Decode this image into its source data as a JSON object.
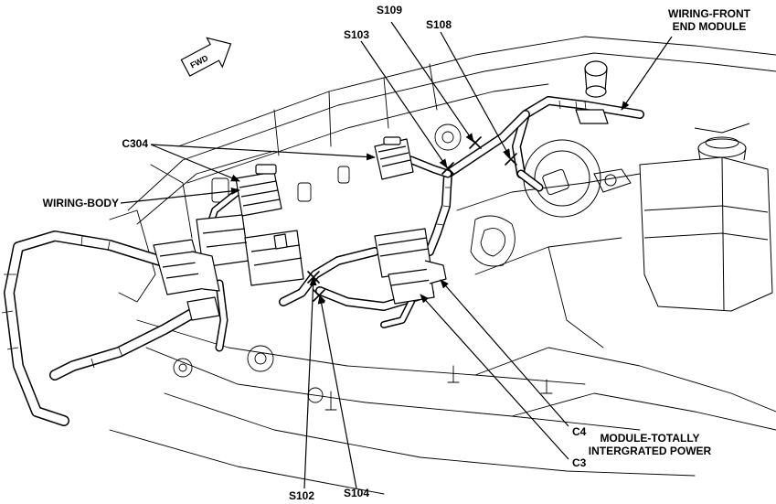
{
  "forward_indicator": {
    "text": "FWD"
  },
  "callouts": {
    "wiring_front_end_module": {
      "line1": "WIRING-FRONT",
      "line2": "END MODULE"
    },
    "s109": "S109",
    "s108": "S108",
    "s103": "S103",
    "c304": "C304",
    "wiring_body": "WIRING-BODY",
    "c4": "C4",
    "module_tipm": {
      "line1": "MODULE-TOTALLY",
      "line2": "INTERGRATED POWER"
    },
    "c3": "C3",
    "s102": "S102",
    "s104": "S104"
  },
  "colors": {
    "ink": "#000000",
    "paper": "#ffffff"
  }
}
